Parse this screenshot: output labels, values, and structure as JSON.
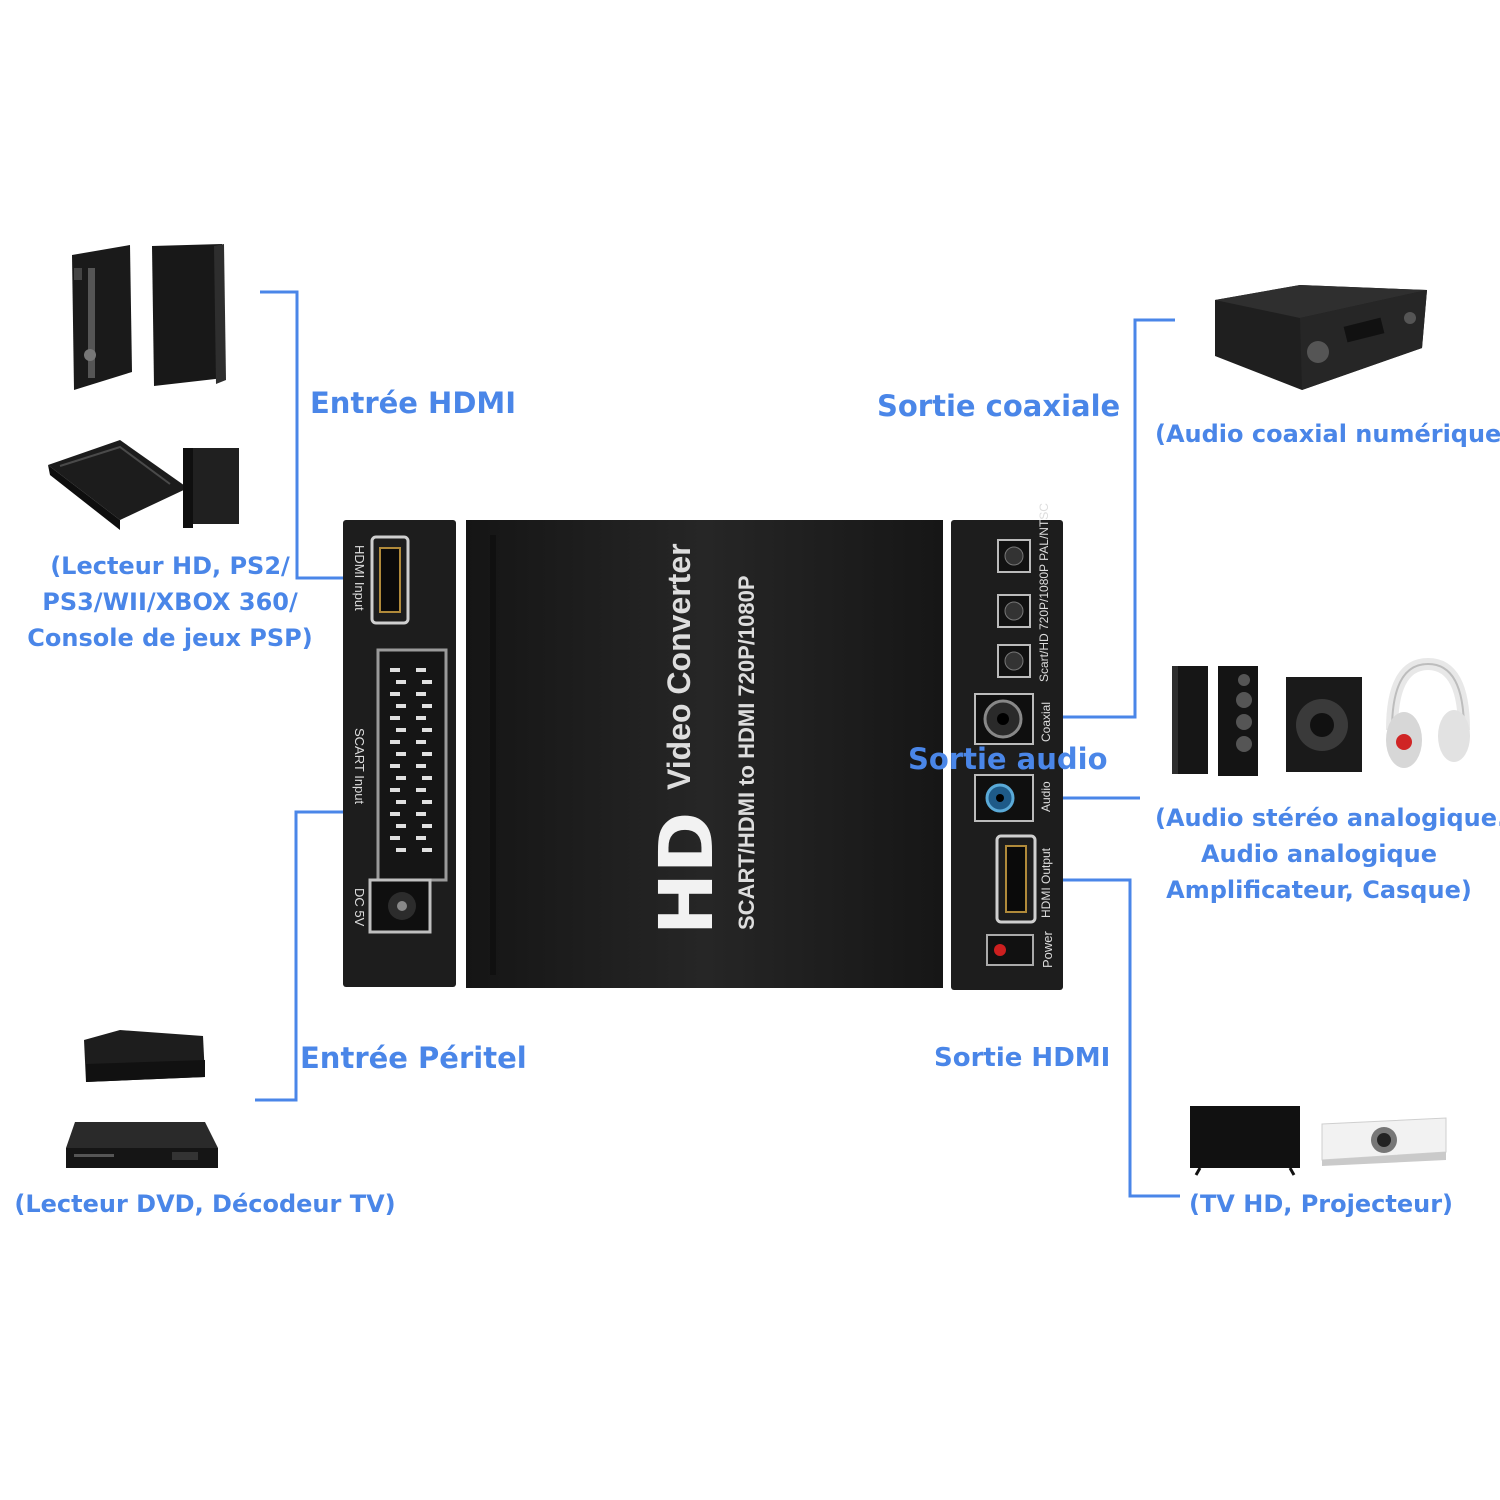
{
  "labels": {
    "hdmi_in": "Entrée HDMI",
    "hdmi_in_devices": [
      "(Lecteur HD, PS2/",
      "PS3/WII/XBOX 360/",
      "Console de jeux PSP)"
    ],
    "scart_in": "Entrée Péritel",
    "scart_in_devices": "(Lecteur DVD, Décodeur TV)",
    "coax_out": "Sortie coaxiale",
    "coax_out_devices": "(Audio coaxial numérique)",
    "audio_out": "Sortie audio",
    "audio_out_devices": [
      "(Audio stéréo analogique.",
      "Audio analogique",
      "Amplificateur, Casque)"
    ],
    "hdmi_out": "Sortie HDMI",
    "hdmi_out_devices": "(TV HD, Projecteur)"
  },
  "device": {
    "logo": "HD",
    "name": "Video Converter",
    "model": "SCART/HDMI to HDMI 720P/1080P",
    "left_ports": {
      "hdmi_input": "HDMI Input",
      "scart_input": "SCART Input",
      "dc": "DC 5V"
    },
    "right_ports": {
      "mode": "Scart/HD 720P/1080P PAL/NTSC",
      "coaxial": "Coaxial",
      "audio": "Audio",
      "hdmi_output": "HDMI Output",
      "power": "Power"
    }
  },
  "colors": {
    "accent": "#4a86e8",
    "device_body": "#1c1c1c",
    "power_led": "#cc1f1f"
  }
}
